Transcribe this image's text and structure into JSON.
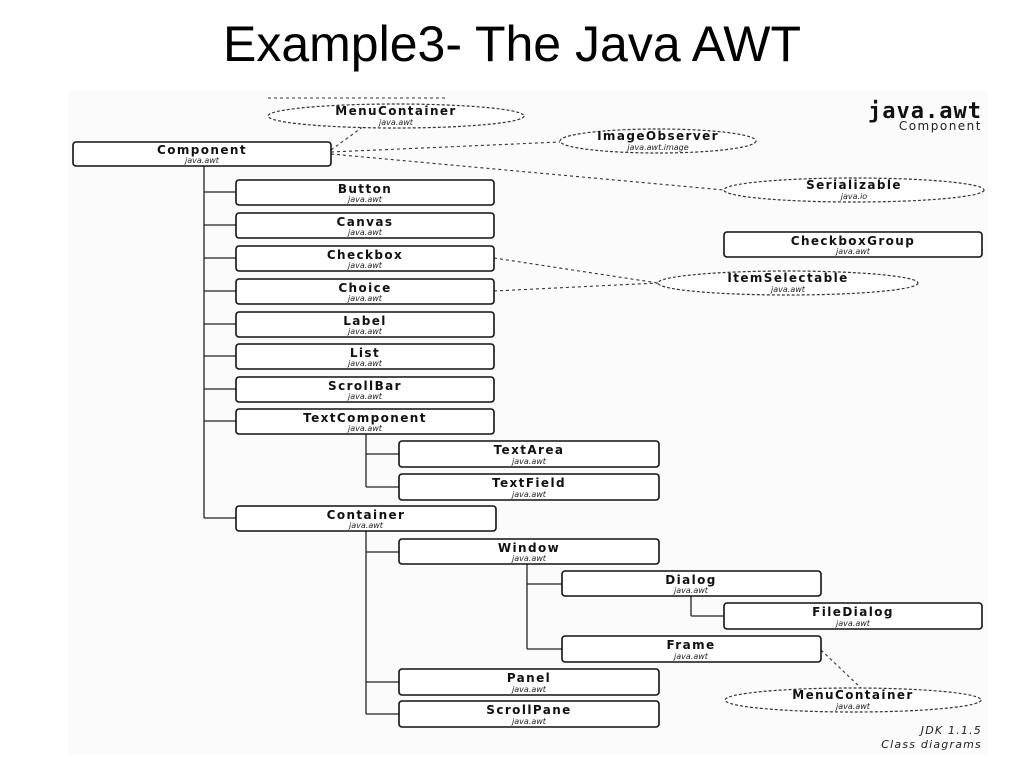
{
  "title": "Example3- The Java AWT",
  "header": {
    "package": "java.awt",
    "subtitle": "Component"
  },
  "footer": {
    "version": "JDK 1.1.5",
    "caption": "Class diagrams"
  },
  "classes": {
    "component": {
      "name": "Component",
      "pkg": "java.awt"
    },
    "button": {
      "name": "Button",
      "pkg": "java.awt"
    },
    "canvas": {
      "name": "Canvas",
      "pkg": "java.awt"
    },
    "checkbox": {
      "name": "Checkbox",
      "pkg": "java.awt"
    },
    "choice": {
      "name": "Choice",
      "pkg": "java.awt"
    },
    "label": {
      "name": "Label",
      "pkg": "java.awt"
    },
    "list": {
      "name": "List",
      "pkg": "java.awt"
    },
    "scrollbar": {
      "name": "ScrollBar",
      "pkg": "java.awt"
    },
    "textcomponent": {
      "name": "TextComponent",
      "pkg": "java.awt"
    },
    "textarea": {
      "name": "TextArea",
      "pkg": "java.awt"
    },
    "textfield": {
      "name": "TextField",
      "pkg": "java.awt"
    },
    "container": {
      "name": "Container",
      "pkg": "java.awt"
    },
    "window": {
      "name": "Window",
      "pkg": "java.awt"
    },
    "dialog": {
      "name": "Dialog",
      "pkg": "java.awt"
    },
    "filedialog": {
      "name": "FileDialog",
      "pkg": "java.awt"
    },
    "frame": {
      "name": "Frame",
      "pkg": "java.awt"
    },
    "panel": {
      "name": "Panel",
      "pkg": "java.awt"
    },
    "scrollpane": {
      "name": "ScrollPane",
      "pkg": "java.awt"
    },
    "checkboxgroup": {
      "name": "CheckboxGroup",
      "pkg": "java.awt"
    }
  },
  "interfaces": {
    "menucontainer_top": {
      "name": "MenuContainer",
      "pkg": "java.awt"
    },
    "imageobserver": {
      "name": "ImageObserver",
      "pkg": "java.awt.image"
    },
    "serializable": {
      "name": "Serializable",
      "pkg": "java.io"
    },
    "itemselectable": {
      "name": "ItemSelectable",
      "pkg": "java.awt"
    },
    "menucontainer_bottom": {
      "name": "MenuContainer",
      "pkg": "java.awt"
    }
  }
}
